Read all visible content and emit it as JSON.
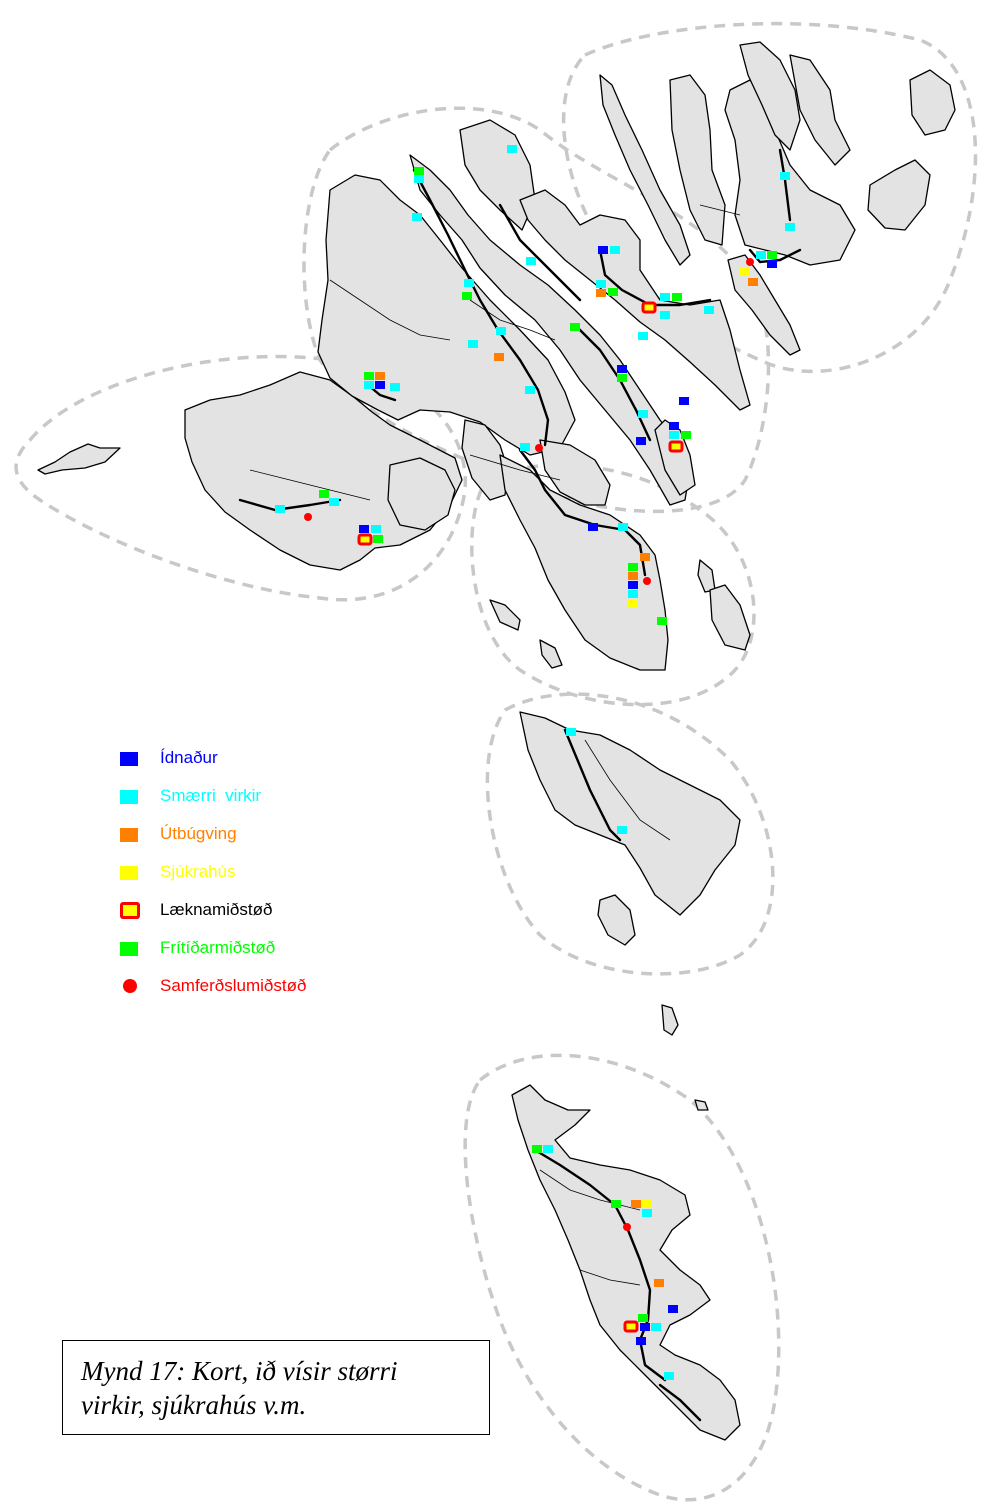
{
  "colors": {
    "industry": "#0000ff",
    "small_works": "#00ffff",
    "outfield": "#ff8000",
    "hospital": "#ffff00",
    "clinic_fill": "#ffff00",
    "clinic_border": "#ff0000",
    "leisure": "#00ff00",
    "transport": "#ff0000",
    "land": "#e3e3e3",
    "region_outline": "#c8c8c8"
  },
  "legend": {
    "items": [
      {
        "key": "industry",
        "label": "Ídnaður",
        "color": "#0000ff",
        "symbol": "square"
      },
      {
        "key": "small_works",
        "label": "Smærri  virkir",
        "color": "#00ffff",
        "symbol": "square"
      },
      {
        "key": "outfield",
        "label": "Útbúgving",
        "color": "#ff8000",
        "symbol": "square"
      },
      {
        "key": "hospital",
        "label": "Sjúkrahús",
        "color": "#ffff00",
        "symbol": "square"
      },
      {
        "key": "clinic",
        "label": "Læknamiðstøð",
        "color": "#000000",
        "symbol": "outlined-square"
      },
      {
        "key": "leisure",
        "label": "Frítíðarmiðstøð",
        "color": "#00ff00",
        "symbol": "square"
      },
      {
        "key": "transport",
        "label": "Samferðslumiðstøð",
        "color": "#ff0000",
        "symbol": "dot"
      }
    ]
  },
  "caption": {
    "line1": "Mynd 17: Kort, ið vísir størri",
    "line2": "virkir, sjúkrahús v.m."
  }
}
